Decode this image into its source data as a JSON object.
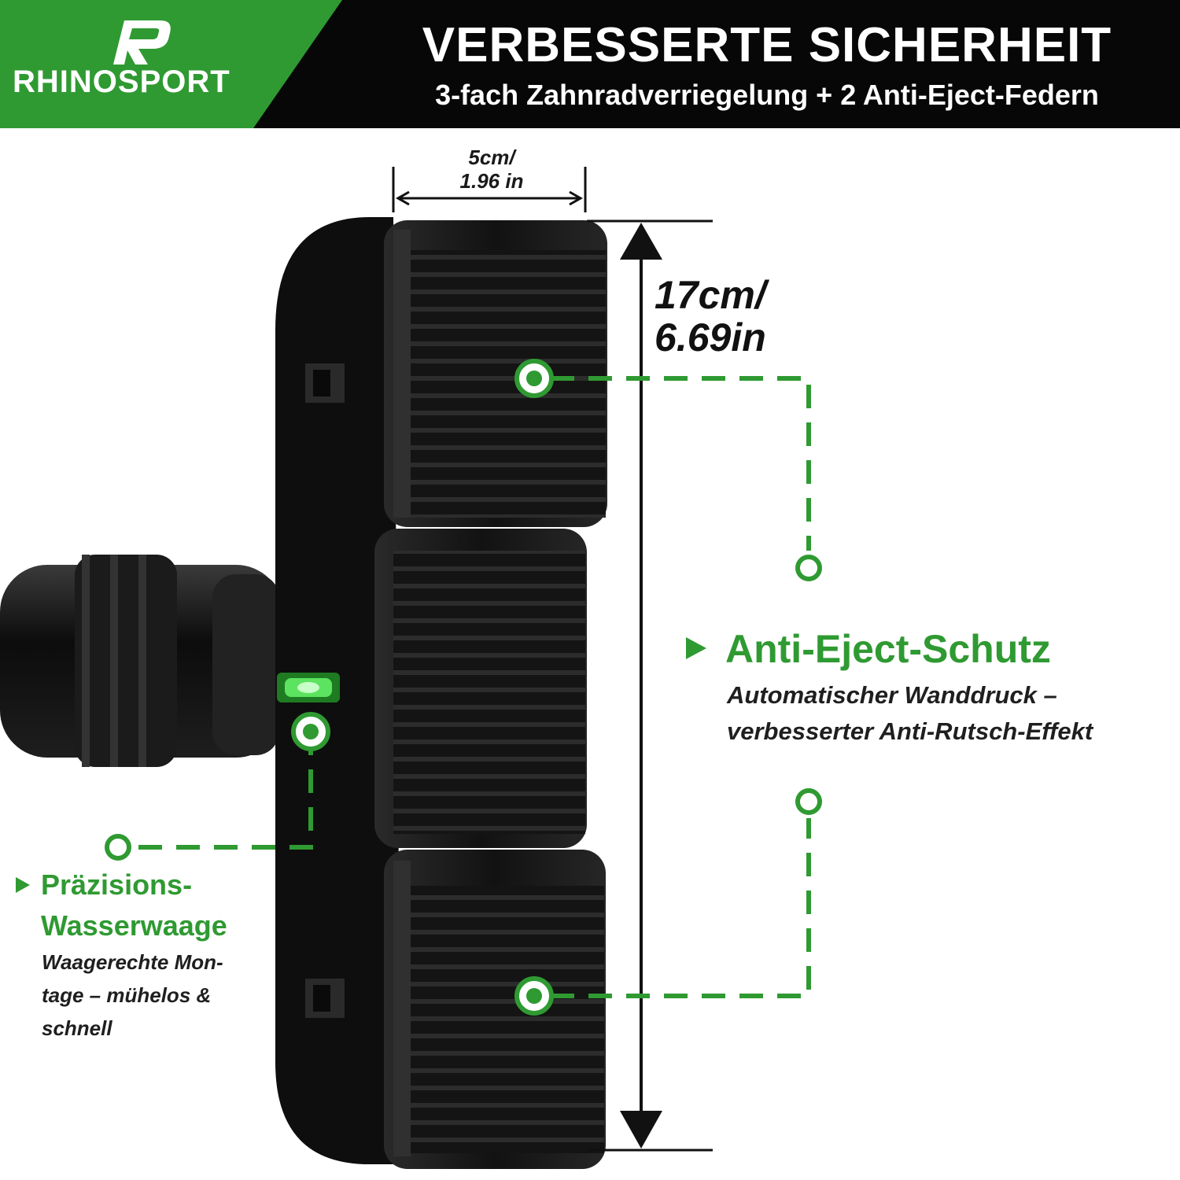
{
  "brand": {
    "name": "RHINOSPORT",
    "colors": {
      "green": "#2f9a32",
      "black": "#070707"
    }
  },
  "header": {
    "title": "VERBESSERTE SICHERHEIT",
    "subtitle": "3-fach Zahnradverriegelung + 2 Anti-Eject-Federn"
  },
  "dimensions": {
    "width_line1": "5cm/",
    "width_line2": "1.96 in",
    "height_line1": "17cm/",
    "height_line2": "6.69in"
  },
  "features": {
    "anti_eject": {
      "title": "Anti-Eject-Schutz",
      "desc_line1": "Automatischer Wanddruck –",
      "desc_line2": "verbesserter Anti-Rutsch-Effekt"
    },
    "level": {
      "title_line1": "Präzisions-",
      "title_line2": "Wasserwaage",
      "desc_line1": "Waagerechte Mon-",
      "desc_line2": "tage – mühelos &",
      "desc_line3": "schnell"
    }
  },
  "icons": [
    "play-arrow-icon",
    "callout-dot-icon"
  ]
}
